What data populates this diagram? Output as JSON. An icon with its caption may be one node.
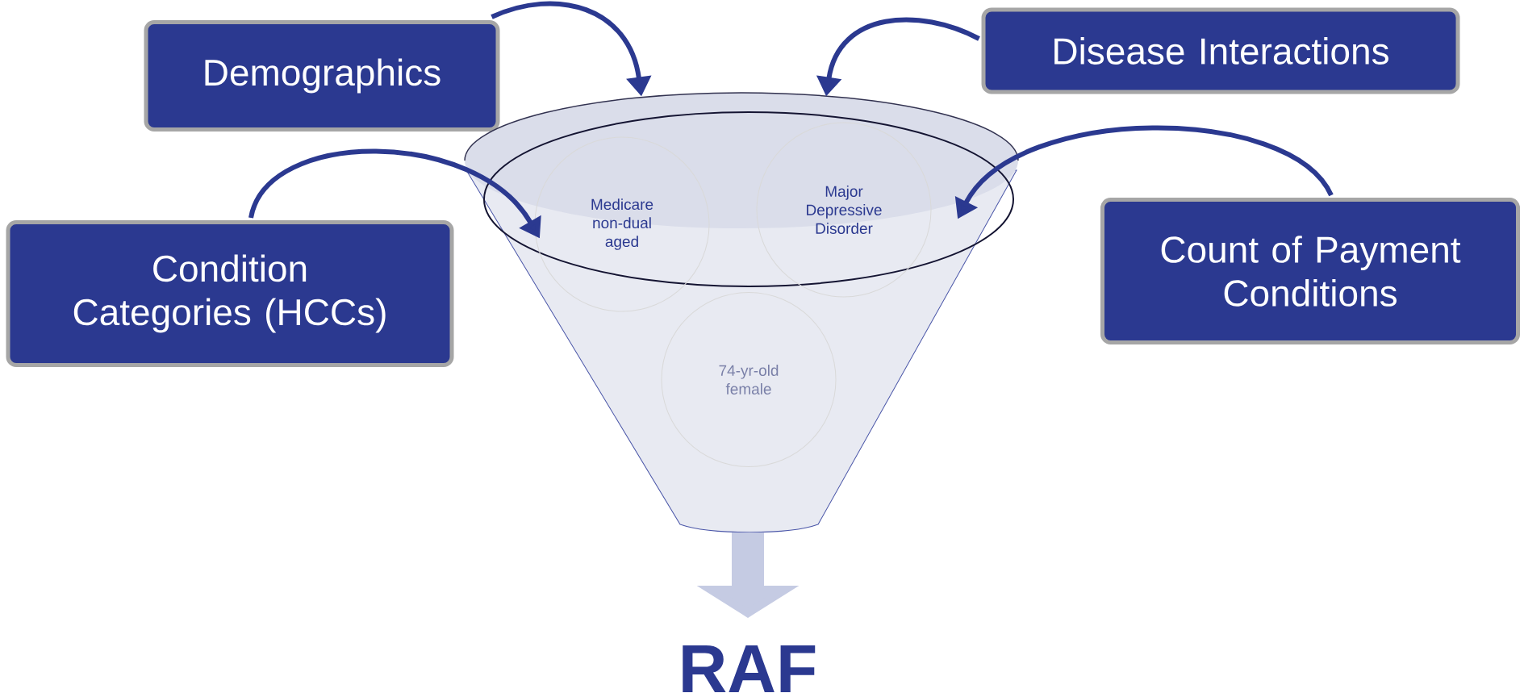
{
  "diagram": {
    "nodes": [
      {
        "text": [
          "Demographics"
        ]
      },
      {
        "text": [
          "Disease Interactions"
        ]
      },
      {
        "text": [
          "Condition Categories (HCCs)"
        ]
      },
      {
        "text": [
          "Count of Payment Conditions"
        ]
      },
      {
        "text": [],
        "shape": "funnel"
      },
      {
        "text": [
          "Medicare non-dual aged"
        ]
      },
      {
        "text": [
          "Major Depressive Disorder"
        ]
      },
      {
        "text": [
          "74-yr-old female"
        ],
        "in": 4
      },
      {
        "text": [
          "RAF"
        ]
      }
    ],
    "edges": [
      {
        "from": 0,
        "to": 4,
        "arrow": "to"
      },
      {
        "from": 1,
        "to": 4,
        "arrow": "to"
      },
      {
        "from": 2,
        "to": 4,
        "arrow": "to"
      },
      {
        "from": 3,
        "to": 4,
        "arrow": "to"
      },
      {
        "from": 4,
        "to": 8,
        "arrow": "to",
        "style": "thick",
        "color": "#c5cbe3"
      }
    ]
  }
}
